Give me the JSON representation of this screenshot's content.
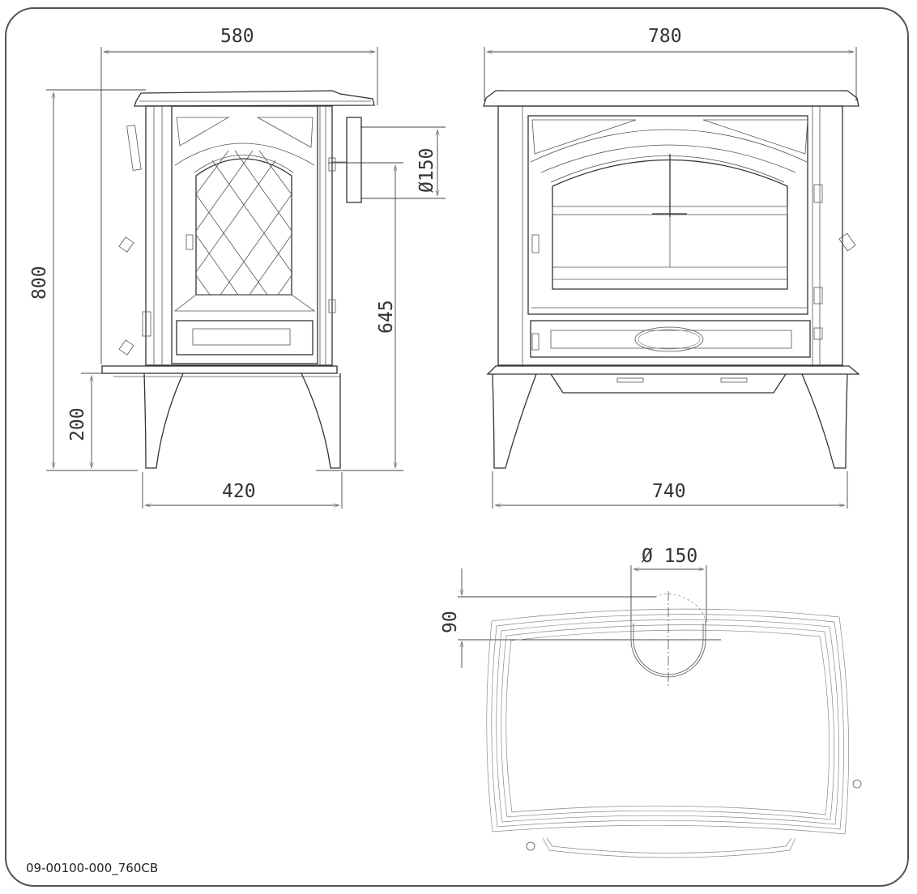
{
  "drawing": {
    "code": "09-00100-000_760CB",
    "views": {
      "side": {
        "top_width": "580",
        "height": "800",
        "flue_diameter": "Ø150",
        "flue_height": "645",
        "leg_height": "200",
        "leg_span": "420"
      },
      "front": {
        "top_width": "780",
        "leg_span": "740"
      },
      "top": {
        "flue_diameter": "Ø 150",
        "flue_offset": "90"
      }
    },
    "colors": {
      "line": "#333333",
      "frame": "#555555",
      "background": "#ffffff"
    }
  }
}
